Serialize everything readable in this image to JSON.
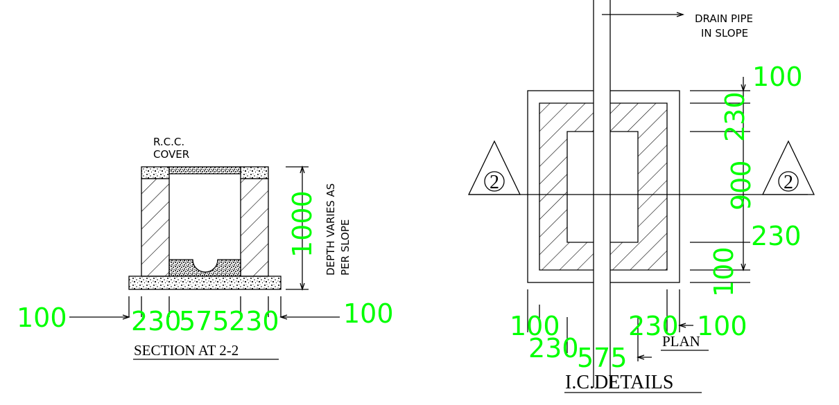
{
  "section": {
    "cover_label_1": "R.C.C.",
    "cover_label_2": "COVER",
    "depth_note_1": "DEPTH VARIES AS",
    "depth_note_2": "PER SLOPE",
    "dim_depth": "1000",
    "dim_left_100": "100",
    "dim_wall_left": "230",
    "dim_opening": "575",
    "dim_wall_right": "230",
    "dim_right_100": "100",
    "title": "SECTION AT 2-2"
  },
  "plan": {
    "pipe_label_1": "DRAIN PIPE",
    "pipe_label_2": "IN SLOPE",
    "section_mark_left": "2",
    "section_mark_right": "2",
    "dim_top_100": "100",
    "dim_top_230": "230",
    "dim_900": "900",
    "dim_bottom_230": "230",
    "dim_bottom_100": "100",
    "dim_left_100": "100",
    "dim_left_230": "230",
    "dim_575": "575",
    "dim_right_230": "230",
    "dim_right_100": "100",
    "title": "PLAN"
  },
  "drawing_title": "I.C.DETAILS",
  "colors": {
    "line": "#000000",
    "dimension_text": "#00ff00",
    "hatch": "#000000"
  }
}
